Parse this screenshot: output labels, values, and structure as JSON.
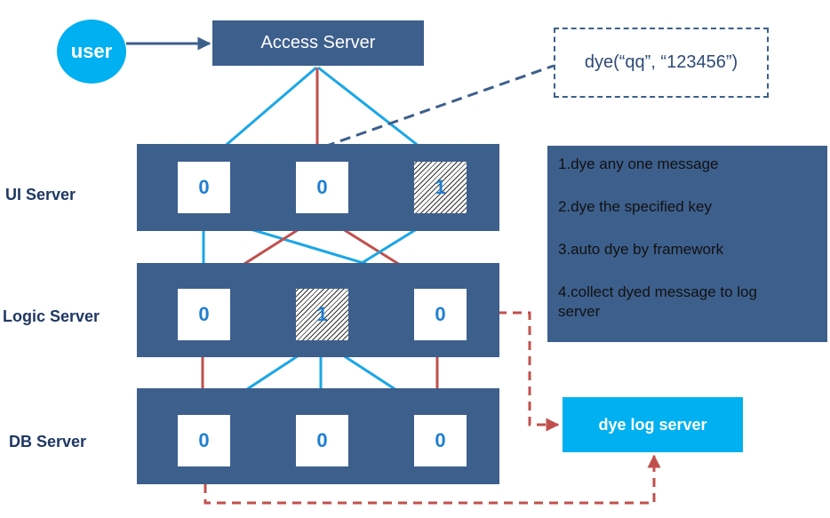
{
  "user": "user",
  "access_server": "Access Server",
  "call_example": "dye(“qq”, “123456”)",
  "tiers": [
    {
      "label": "UI  Server",
      "nodes": [
        "0",
        "0",
        "1"
      ],
      "dyed": [
        false,
        false,
        true
      ]
    },
    {
      "label": "Logic Server",
      "nodes": [
        "0",
        "1",
        "0"
      ],
      "dyed": [
        false,
        true,
        false
      ]
    },
    {
      "label": "DB  Server",
      "nodes": [
        "0",
        "0",
        "0"
      ],
      "dyed": [
        false,
        false,
        false
      ]
    }
  ],
  "features": [
    "1.dye any one message",
    "2.dye the specified key",
    "3.auto dye by framework",
    "4.collect dyed message to log\n        server"
  ],
  "log_server": "dye log server",
  "colors": {
    "panel": "#3d5f8c",
    "cyan": "#00b0f0",
    "blue_arrow": "#1aa7e6",
    "red_arrow": "#c0504d",
    "node_text": "#1f7fd0",
    "label_text": "#1f3864"
  }
}
